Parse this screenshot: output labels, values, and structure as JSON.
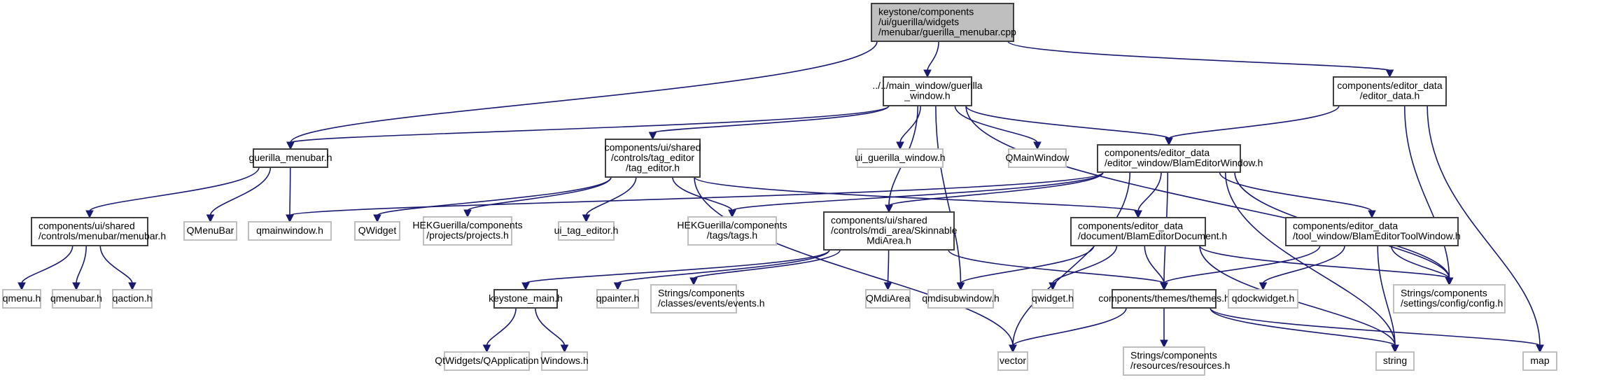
{
  "title": "keystone/components/ui/guerilla/widgets/menubar/guerilla_menubar.cpp include dependency graph",
  "colors": {
    "edge": "#191970",
    "main_fill": "#bfbfbf",
    "doc_border": "#404040",
    "ext_border": "#bfbfbf"
  },
  "nodes": [
    {
      "id": "cpp",
      "kind": "main",
      "lines": [
        "keystone/components",
        "/ui/guerilla/widgets",
        "/menubar/guerilla_menubar.cpp"
      ]
    },
    {
      "id": "guerilla_window",
      "kind": "doc",
      "lines": [
        "../../main_window/guerilla",
        "_window.h"
      ]
    },
    {
      "id": "editor_data",
      "kind": "doc",
      "lines": [
        "components/editor_data",
        "/editor_data.h"
      ]
    },
    {
      "id": "guerilla_menubar_h",
      "kind": "doc",
      "lines": [
        "guerilla_menubar.h"
      ]
    },
    {
      "id": "tag_editor",
      "kind": "doc",
      "lines": [
        "components/ui/shared",
        "/controls/tag_editor",
        "/tag_editor.h"
      ]
    },
    {
      "id": "ui_guerilla_window",
      "kind": "ext",
      "lines": [
        "ui_guerilla_window.h"
      ]
    },
    {
      "id": "qmainwindow_cls",
      "kind": "ext",
      "lines": [
        "QMainWindow"
      ]
    },
    {
      "id": "blam_editor_window",
      "kind": "doc",
      "lines": [
        "components/editor_data",
        "/editor_window/BlamEditorWindow.h"
      ]
    },
    {
      "id": "menubar_h",
      "kind": "doc",
      "lines": [
        "components/ui/shared",
        "/controls/menubar/menubar.h"
      ]
    },
    {
      "id": "qmenubar_cls",
      "kind": "ext",
      "lines": [
        "QMenuBar"
      ]
    },
    {
      "id": "qmainwindow_h",
      "kind": "ext",
      "lines": [
        "qmainwindow.h"
      ]
    },
    {
      "id": "qwidget_cls",
      "kind": "ext",
      "lines": [
        "QWidget"
      ]
    },
    {
      "id": "projects_h",
      "kind": "ext",
      "lines": [
        "HEKGuerilla/components",
        "/projects/projects.h"
      ]
    },
    {
      "id": "ui_tag_editor",
      "kind": "ext",
      "lines": [
        "ui_tag_editor.h"
      ]
    },
    {
      "id": "tags_h",
      "kind": "ext",
      "lines": [
        "HEKGuerilla/components",
        "/tags/tags.h"
      ]
    },
    {
      "id": "skinnable_mdi",
      "kind": "doc",
      "lines": [
        "components/ui/shared",
        "/controls/mdi_area/Skinnable",
        "MdiArea.h"
      ]
    },
    {
      "id": "blam_editor_doc",
      "kind": "doc",
      "lines": [
        "components/editor_data",
        "/document/BlamEditorDocument.h"
      ]
    },
    {
      "id": "blam_editor_tool",
      "kind": "doc",
      "lines": [
        "components/editor_data",
        "/tool_window/BlamEditorToolWindow.h"
      ]
    },
    {
      "id": "qmenu_h",
      "kind": "ext",
      "lines": [
        "qmenu.h"
      ]
    },
    {
      "id": "qmenubar_h",
      "kind": "ext",
      "lines": [
        "qmenubar.h"
      ]
    },
    {
      "id": "qaction_h",
      "kind": "ext",
      "lines": [
        "qaction.h"
      ]
    },
    {
      "id": "keystone_main",
      "kind": "doc",
      "lines": [
        "keystone_main.h"
      ]
    },
    {
      "id": "qpainter_h",
      "kind": "ext",
      "lines": [
        "qpainter.h"
      ]
    },
    {
      "id": "events_h",
      "kind": "ext",
      "lines": [
        "Strings/components",
        "/classes/events/events.h"
      ]
    },
    {
      "id": "qmdiarea_cls",
      "kind": "ext",
      "lines": [
        "QMdiArea"
      ]
    },
    {
      "id": "qmdisubwindow_h",
      "kind": "ext",
      "lines": [
        "qmdisubwindow.h"
      ]
    },
    {
      "id": "qwidget_h",
      "kind": "ext",
      "lines": [
        "qwidget.h"
      ]
    },
    {
      "id": "themes_h",
      "kind": "doc",
      "lines": [
        "components/themes/themes.h"
      ]
    },
    {
      "id": "qdockwidget_h",
      "kind": "ext",
      "lines": [
        "qdockwidget.h"
      ]
    },
    {
      "id": "config_h",
      "kind": "ext",
      "lines": [
        "Strings/components",
        "/settings/config/config.h"
      ]
    },
    {
      "id": "qapplication",
      "kind": "ext",
      "lines": [
        "QtWidgets/QApplication"
      ]
    },
    {
      "id": "windows_h",
      "kind": "ext",
      "lines": [
        "Windows.h"
      ]
    },
    {
      "id": "vector",
      "kind": "ext",
      "lines": [
        "vector"
      ]
    },
    {
      "id": "resources_h",
      "kind": "ext",
      "lines": [
        "Strings/components",
        "/resources/resources.h"
      ]
    },
    {
      "id": "string",
      "kind": "ext",
      "lines": [
        "string"
      ]
    },
    {
      "id": "map",
      "kind": "ext",
      "lines": [
        "map"
      ]
    }
  ],
  "edges": [
    [
      "cpp",
      "guerilla_window"
    ],
    [
      "cpp",
      "guerilla_menubar_h"
    ],
    [
      "cpp",
      "editor_data"
    ],
    [
      "guerilla_window",
      "guerilla_menubar_h"
    ],
    [
      "guerilla_window",
      "tag_editor"
    ],
    [
      "guerilla_window",
      "ui_guerilla_window"
    ],
    [
      "guerilla_window",
      "qmainwindow_cls"
    ],
    [
      "guerilla_window",
      "blam_editor_window"
    ],
    [
      "guerilla_window",
      "skinnable_mdi"
    ],
    [
      "guerilla_window",
      "qmdisubwindow_h"
    ],
    [
      "guerilla_window",
      "config_h"
    ],
    [
      "editor_data",
      "blam_editor_window"
    ],
    [
      "editor_data",
      "config_h"
    ],
    [
      "editor_data",
      "map"
    ],
    [
      "guerilla_menubar_h",
      "menubar_h"
    ],
    [
      "guerilla_menubar_h",
      "qmenubar_cls"
    ],
    [
      "guerilla_menubar_h",
      "qmainwindow_h"
    ],
    [
      "tag_editor",
      "qwidget_cls"
    ],
    [
      "tag_editor",
      "projects_h"
    ],
    [
      "tag_editor",
      "ui_tag_editor"
    ],
    [
      "tag_editor",
      "tags_h"
    ],
    [
      "tag_editor",
      "blam_editor_doc"
    ],
    [
      "tag_editor",
      "vector"
    ],
    [
      "blam_editor_window",
      "qmainwindow_h"
    ],
    [
      "blam_editor_window",
      "tags_h"
    ],
    [
      "blam_editor_window",
      "skinnable_mdi"
    ],
    [
      "blam_editor_window",
      "blam_editor_doc"
    ],
    [
      "blam_editor_window",
      "blam_editor_tool"
    ],
    [
      "blam_editor_window",
      "themes_h"
    ],
    [
      "blam_editor_window",
      "vector"
    ],
    [
      "blam_editor_window",
      "config_h"
    ],
    [
      "blam_editor_window",
      "string"
    ],
    [
      "menubar_h",
      "qmenu_h"
    ],
    [
      "menubar_h",
      "qmenubar_h"
    ],
    [
      "menubar_h",
      "qaction_h"
    ],
    [
      "skinnable_mdi",
      "keystone_main"
    ],
    [
      "skinnable_mdi",
      "qpainter_h"
    ],
    [
      "skinnable_mdi",
      "events_h"
    ],
    [
      "skinnable_mdi",
      "qmdiarea_cls"
    ],
    [
      "skinnable_mdi",
      "themes_h"
    ],
    [
      "blam_editor_doc",
      "qmdisubwindow_h"
    ],
    [
      "blam_editor_doc",
      "qwidget_h"
    ],
    [
      "blam_editor_doc",
      "themes_h"
    ],
    [
      "blam_editor_doc",
      "config_h"
    ],
    [
      "blam_editor_doc",
      "string"
    ],
    [
      "blam_editor_tool",
      "themes_h"
    ],
    [
      "blam_editor_tool",
      "qdockwidget_h"
    ],
    [
      "blam_editor_tool",
      "config_h"
    ],
    [
      "blam_editor_tool",
      "string"
    ],
    [
      "keystone_main",
      "qapplication"
    ],
    [
      "keystone_main",
      "windows_h"
    ],
    [
      "themes_h",
      "vector"
    ],
    [
      "themes_h",
      "resources_h"
    ],
    [
      "themes_h",
      "string"
    ],
    [
      "themes_h",
      "map"
    ]
  ]
}
